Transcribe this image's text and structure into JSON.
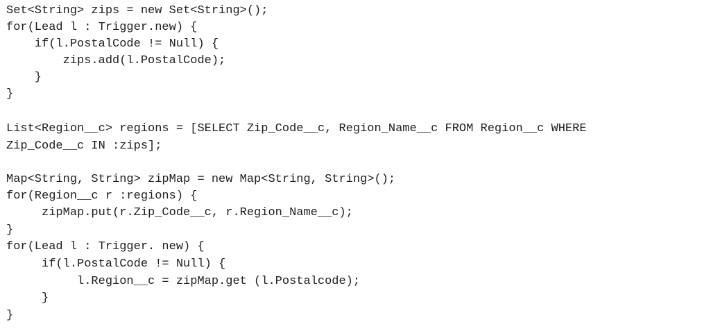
{
  "code": {
    "lines": [
      "Set<String> zips = new Set<String>();",
      "for(Lead l : Trigger.new) {",
      "    if(l.PostalCode != Null) {",
      "        zips.add(l.PostalCode);",
      "    }",
      "}",
      "",
      "List<Region__c> regions = [SELECT Zip_Code__c, Region_Name__c FROM Region__c WHERE",
      "Zip_Code__c IN :zips];",
      "",
      "Map<String, String> zipMap = new Map<String, String>();",
      "for(Region__c r :regions) {",
      "     zipMap.put(r.Zip_Code__c, r.Region_Name__c);",
      "}",
      "for(Lead l : Trigger. new) {",
      "     if(l.PostalCode != Null) {",
      "          l.Region__c = zipMap.get (l.Postalcode);",
      "     }",
      "}"
    ]
  }
}
